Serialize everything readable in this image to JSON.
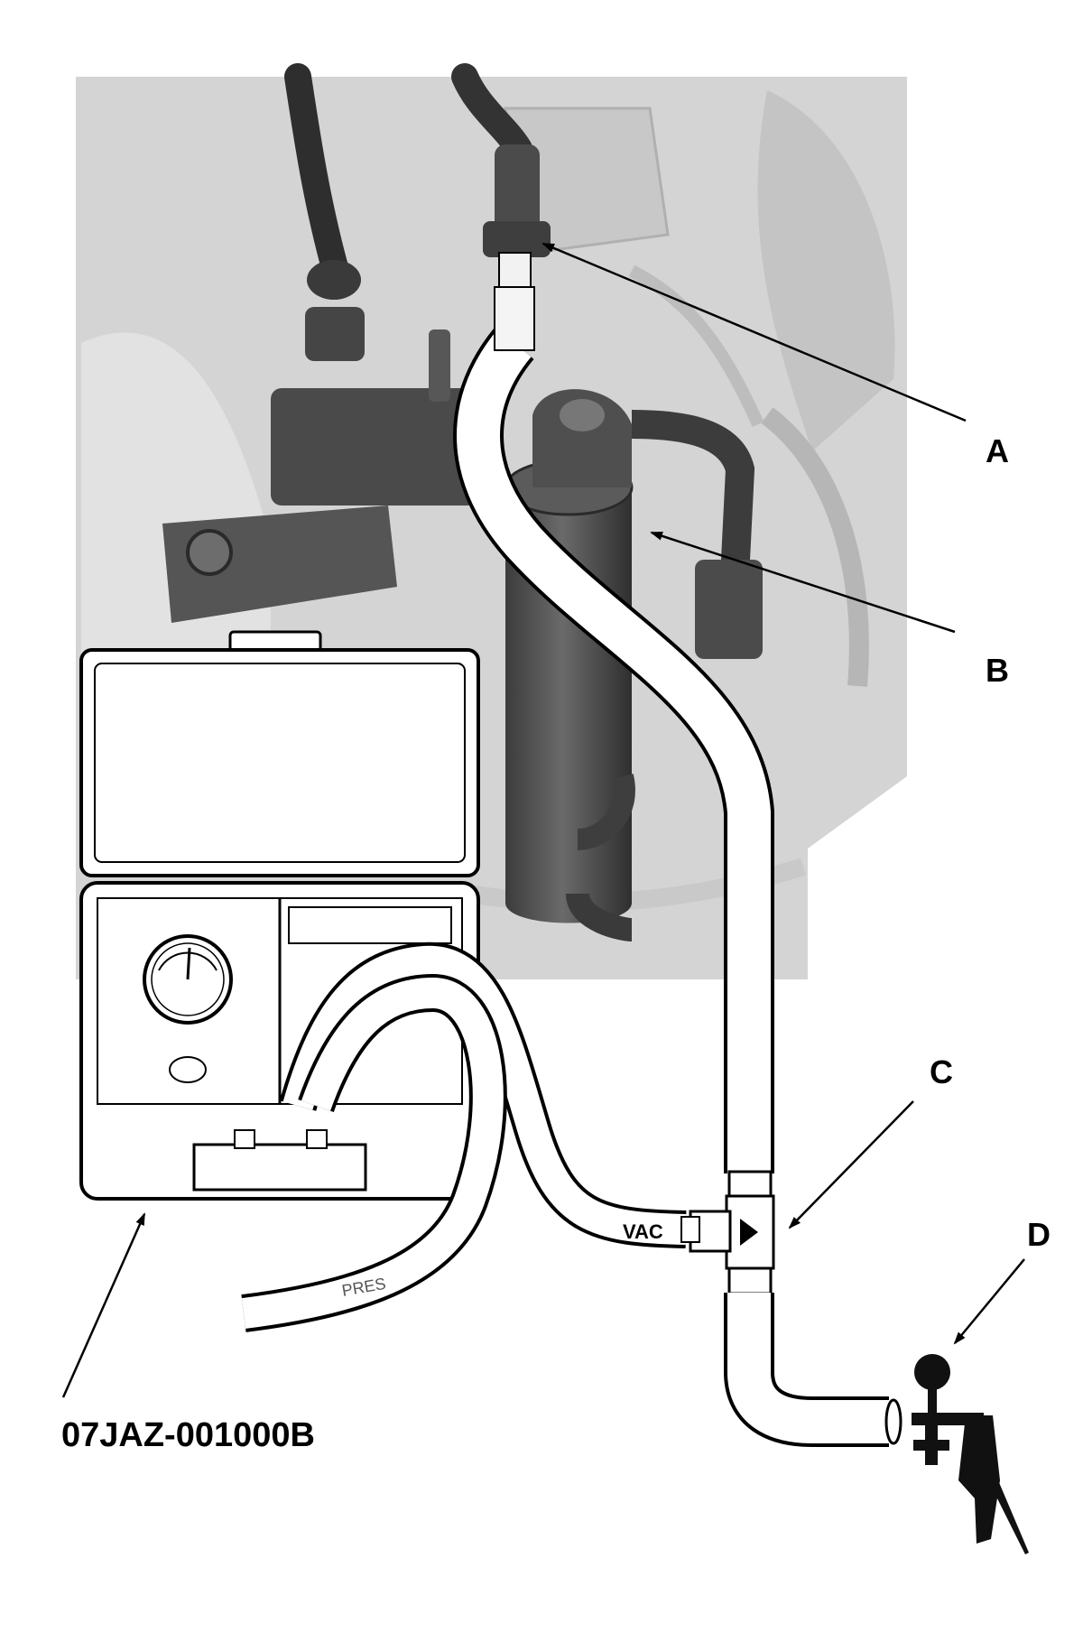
{
  "labels": {
    "a": "A",
    "b": "B",
    "c": "C",
    "d": "D",
    "tool_number": "07JAZ-001000B"
  },
  "hose_markings": {
    "vac": "VAC",
    "pres": "PRES"
  },
  "colors": {
    "background_photo": "#d9d9d9",
    "component_dark": "#4a4a4a",
    "outline": "#000000",
    "hose": "#ffffff"
  }
}
